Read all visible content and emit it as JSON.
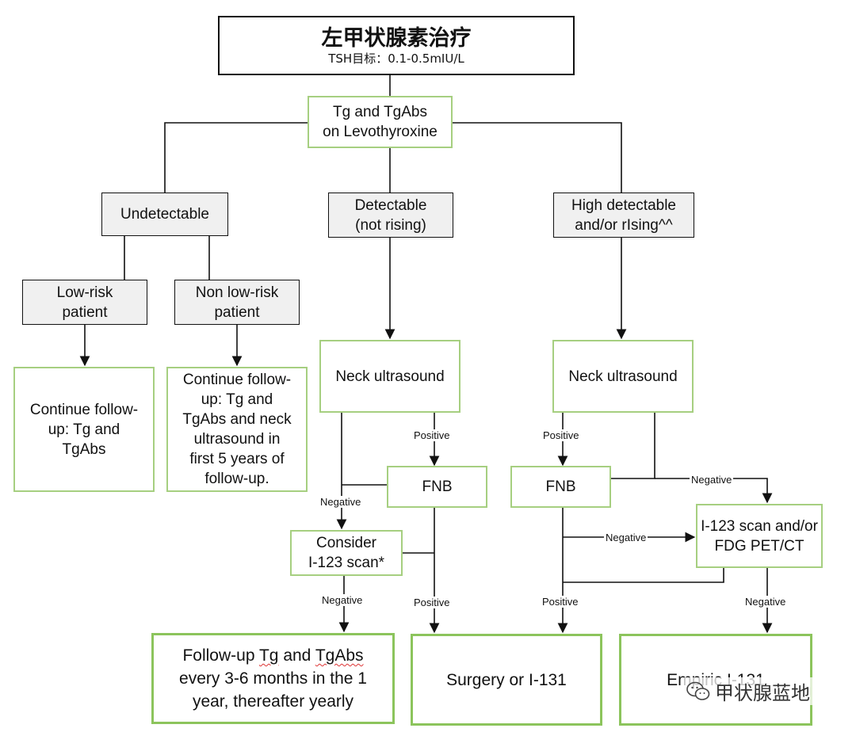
{
  "title": {
    "main": "左甲状腺素治疗",
    "sub": "TSH目标：0.1-0.5mIU/L"
  },
  "nodes": {
    "tg_tgabs": "Tg and TgAbs\non Levothyroxine",
    "undetectable": "Undetectable",
    "detectable": "Detectable\n(not rising)",
    "high_detectable": "High detectable\nand/or rIsing^^",
    "low_risk": "Low-risk\npatient",
    "non_low_risk": "Non low-risk\npatient",
    "continue_low": "Continue follow-\nup: Tg and\nTgAbs",
    "continue_non_low": "Continue follow-\nup: Tg and\nTgAbs and neck\nultrasound in\nfirst 5 years of\nfollow-up.",
    "neck_us_mid": "Neck ultrasound",
    "neck_us_right": "Neck ultrasound",
    "fnb_mid": "FNB",
    "fnb_right": "FNB",
    "consider_i123": "Consider\nI-123 scan*",
    "i123_fdg": "I-123 scan and/or\nFDG PET/CT",
    "followup_yearly": {
      "part1": "Follow-up ",
      "tg": "Tg",
      "part2": " and ",
      "tgabs": "TgAbs",
      "part3": "\nevery 3-6 months in the 1\nyear, thereafter yearly"
    },
    "surgery": "Surgery or I-131",
    "empiric": "Empiric I-131"
  },
  "edge_labels": {
    "positive": "Positive",
    "negative": "Negative"
  },
  "watermark": {
    "text": "甲状腺蓝地",
    "icon": "wechat-icon"
  },
  "colors": {
    "green_border": "#a6cf80",
    "grey_fill": "#f0f0f0",
    "line": "#111111"
  }
}
